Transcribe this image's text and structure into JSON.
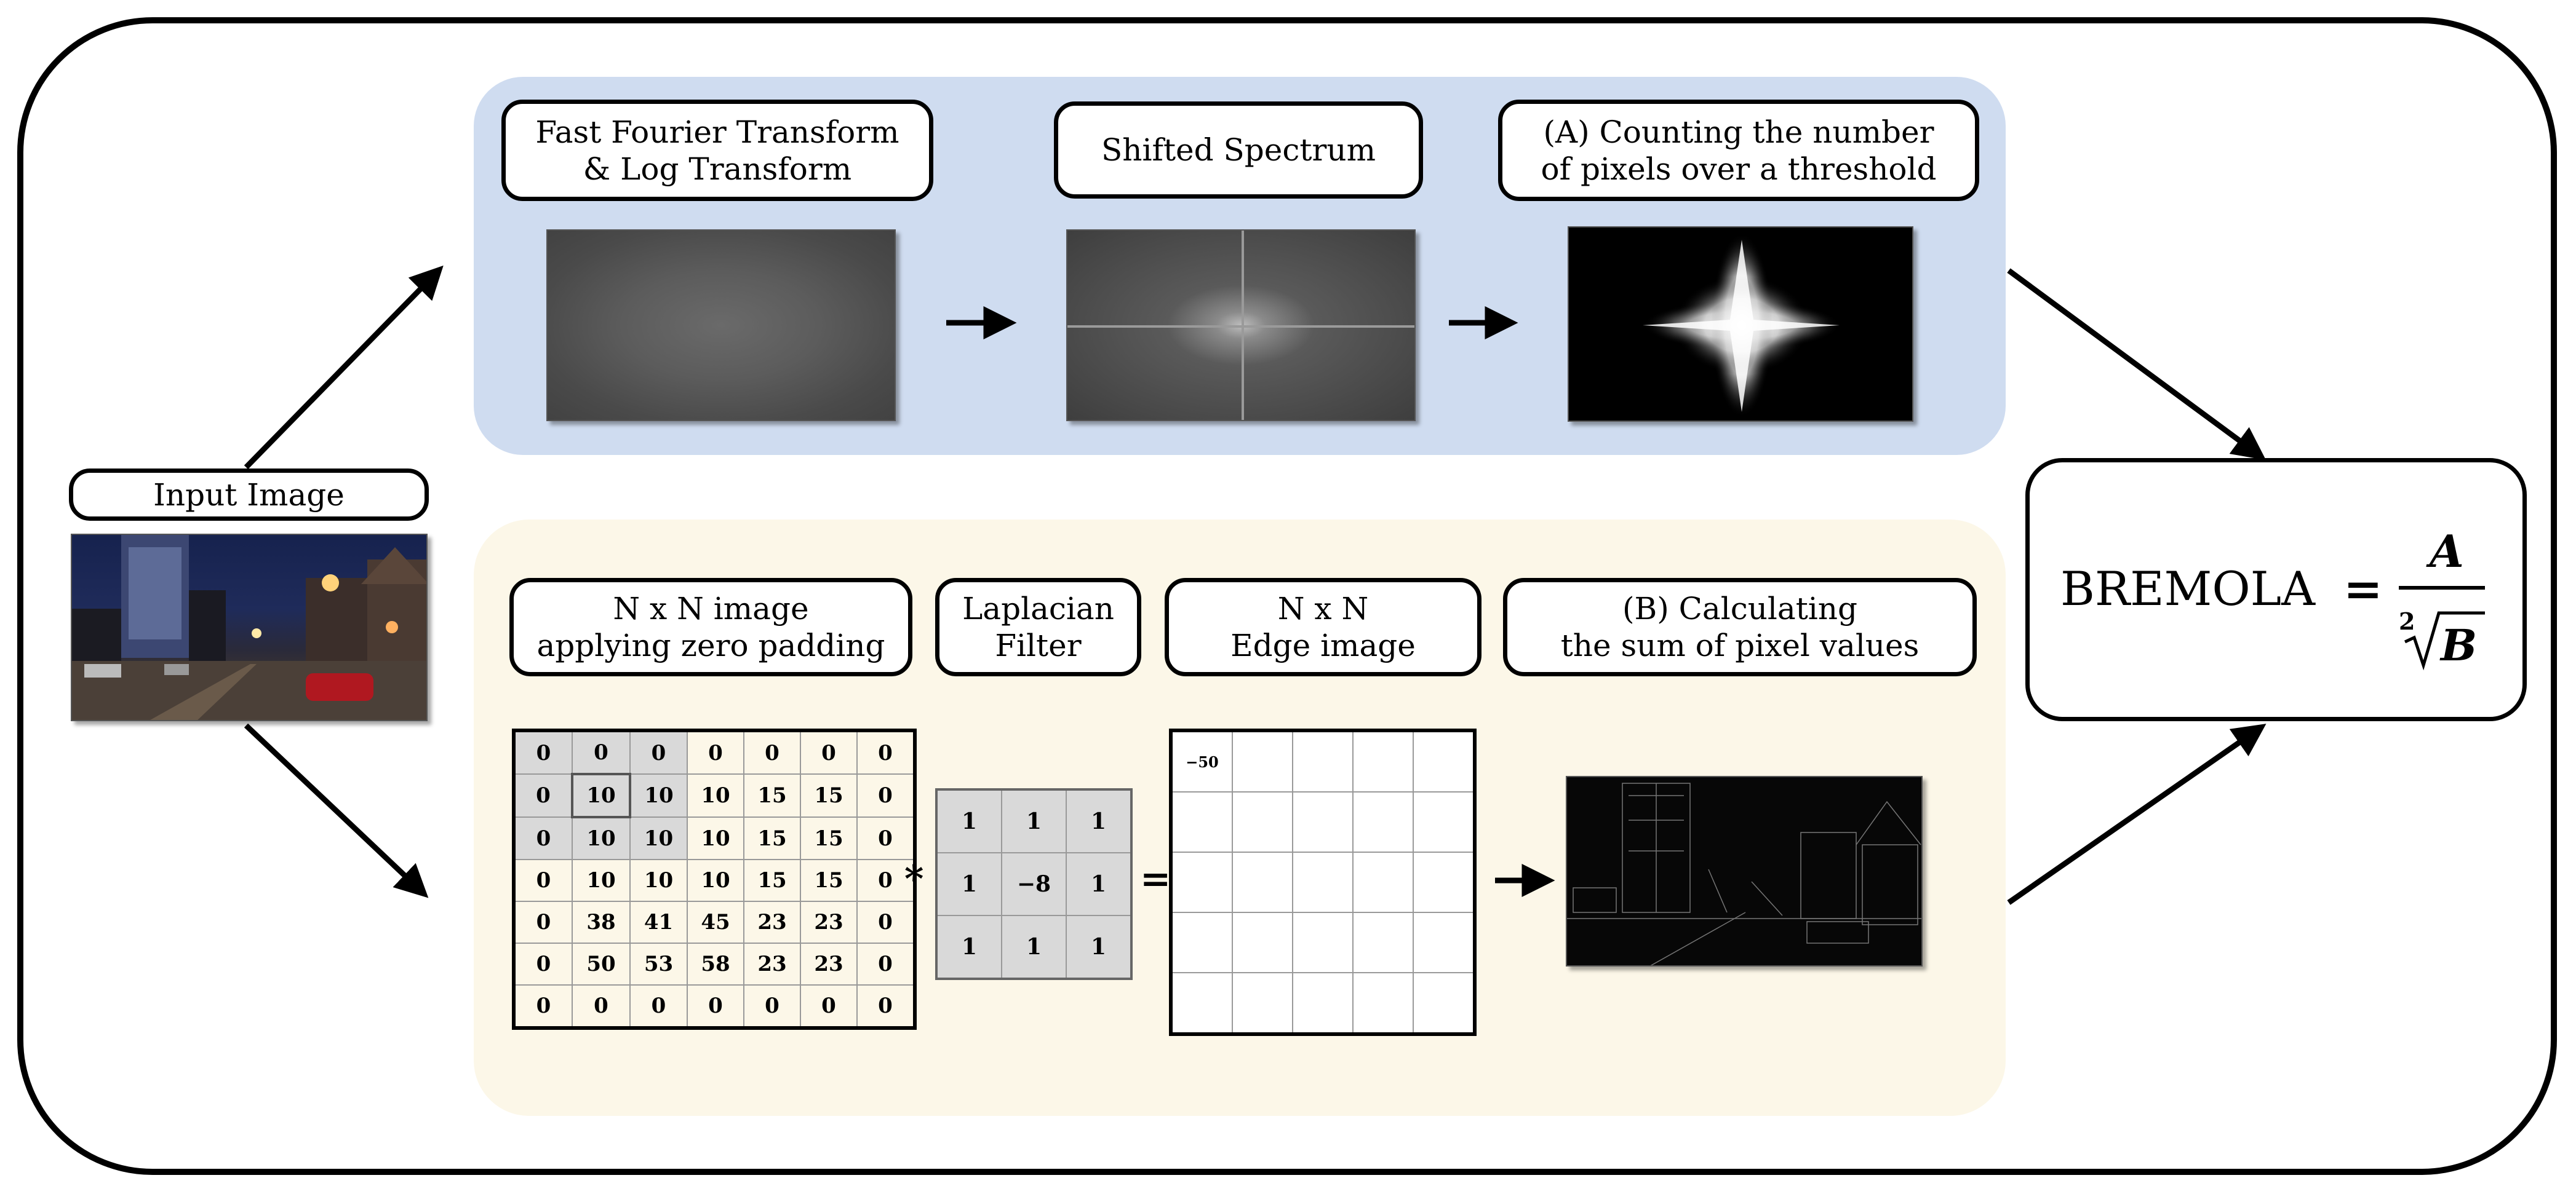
{
  "input": {
    "label": "Input Image"
  },
  "top_branch": {
    "steps": [
      {
        "title_line1": "Fast Fourier Transform",
        "title_line2": "& Log Transform"
      },
      {
        "title_line1": "Shifted Spectrum",
        "title_line2": ""
      },
      {
        "title_line1": "(A) Counting the number",
        "title_line2": "of pixels over a threshold"
      }
    ]
  },
  "bottom_branch": {
    "labels": [
      {
        "title_line1": "N x N image",
        "title_line2": "applying zero padding"
      },
      {
        "title_line1": "Laplacian",
        "title_line2": "Filter"
      },
      {
        "title_line1": "N x N",
        "title_line2": "Edge image"
      },
      {
        "title_line1": "(B) Calculating",
        "title_line2": "the sum of pixel values"
      }
    ],
    "padded_matrix": [
      [
        "0",
        "0",
        "0",
        "0",
        "0",
        "0",
        "0"
      ],
      [
        "0",
        "10",
        "10",
        "10",
        "15",
        "15",
        "0"
      ],
      [
        "0",
        "10",
        "10",
        "10",
        "15",
        "15",
        "0"
      ],
      [
        "0",
        "10",
        "10",
        "10",
        "15",
        "15",
        "0"
      ],
      [
        "0",
        "38",
        "41",
        "45",
        "23",
        "23",
        "0"
      ],
      [
        "0",
        "50",
        "53",
        "58",
        "23",
        "23",
        "0"
      ],
      [
        "0",
        "0",
        "0",
        "0",
        "0",
        "0",
        "0"
      ]
    ],
    "laplacian_kernel": [
      [
        "1",
        "1",
        "1"
      ],
      [
        "1",
        "−8",
        "1"
      ],
      [
        "1",
        "1",
        "1"
      ]
    ],
    "edge_first_value": "−50",
    "convolve_symbol": "*",
    "equals_symbol": "="
  },
  "formula": {
    "lhs": "BREMOLA",
    "equals": "=",
    "numerator": "A",
    "root_index": "2",
    "radicand": "B"
  },
  "colors": {
    "top_panel": "#cfdcf0",
    "bottom_panel": "#fcf7e8",
    "cell_shade": "#d9d9d9"
  }
}
